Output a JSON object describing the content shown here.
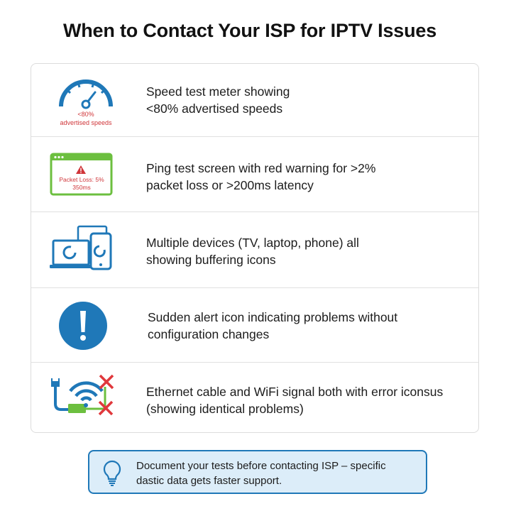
{
  "title": "When to Contact Your ISP for IPTV Issues",
  "items": [
    {
      "icon": "speedometer-icon",
      "icon_caption_line1": "<80%",
      "icon_caption_line2": "advertised speeds",
      "line1": "Speed test meter showing",
      "line2": "<80% advertised speeds"
    },
    {
      "icon": "ping-warning-window-icon",
      "icon_caption_line1": "Packet Loss: 5%",
      "icon_caption_line2": "350ms",
      "line1": "Ping test screen with red warning for >2%",
      "line2": "packet loss or >200ms latency"
    },
    {
      "icon": "multiple-devices-buffering-icon",
      "line1": "Multiple devices (TV, laptop, phone) all",
      "line2": "showing buffering icons"
    },
    {
      "icon": "alert-exclamation-icon",
      "line1": "Sudden alert icon indicating problems without",
      "line2": "configuration changes"
    },
    {
      "icon": "ethernet-wifi-error-icon",
      "line1": "Ethernet cable and WiFi signal both with error iconsus",
      "line2": "(showing identical problems)"
    }
  ],
  "tip": {
    "icon": "lightbulb-icon",
    "line1": "Document your tests before contacting ISP – specific",
    "line2": "dastic data gets faster support."
  },
  "colors": {
    "blue": "#1f78b8",
    "green": "#6cbf3f",
    "red": "#d0363a",
    "tip_bg": "#dcedf9",
    "divider": "#e0e0e0"
  }
}
